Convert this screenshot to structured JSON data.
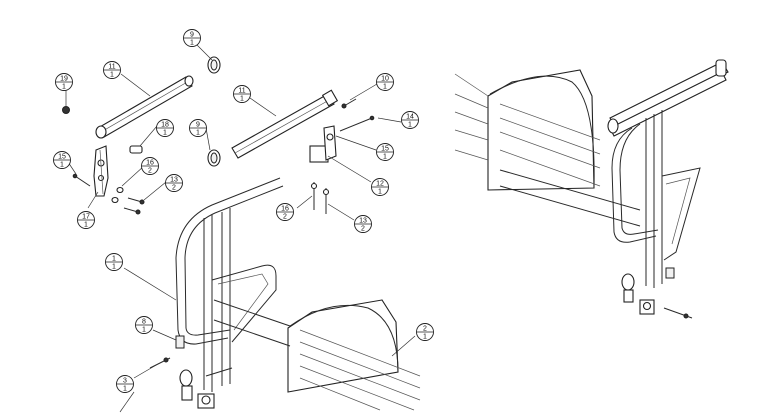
{
  "balloons": [
    {
      "num": "9",
      "qty": "1"
    },
    {
      "num": "11",
      "qty": "1"
    },
    {
      "num": "19",
      "qty": "1"
    },
    {
      "num": "18",
      "qty": "1"
    },
    {
      "num": "15",
      "qty": "1"
    },
    {
      "num": "16",
      "qty": "2"
    },
    {
      "num": "13",
      "qty": "2"
    },
    {
      "num": "17",
      "qty": "1"
    },
    {
      "num": "11",
      "qty": "1"
    },
    {
      "num": "10",
      "qty": "1"
    },
    {
      "num": "9",
      "qty": "1"
    },
    {
      "num": "14",
      "qty": "1"
    },
    {
      "num": "15",
      "qty": "1"
    },
    {
      "num": "12",
      "qty": "1"
    },
    {
      "num": "16",
      "qty": "2"
    },
    {
      "num": "13",
      "qty": "2"
    },
    {
      "num": "1",
      "qty": "1"
    },
    {
      "num": "8",
      "qty": "1"
    },
    {
      "num": "2",
      "qty": "1"
    },
    {
      "num": "3",
      "qty": "1"
    }
  ]
}
